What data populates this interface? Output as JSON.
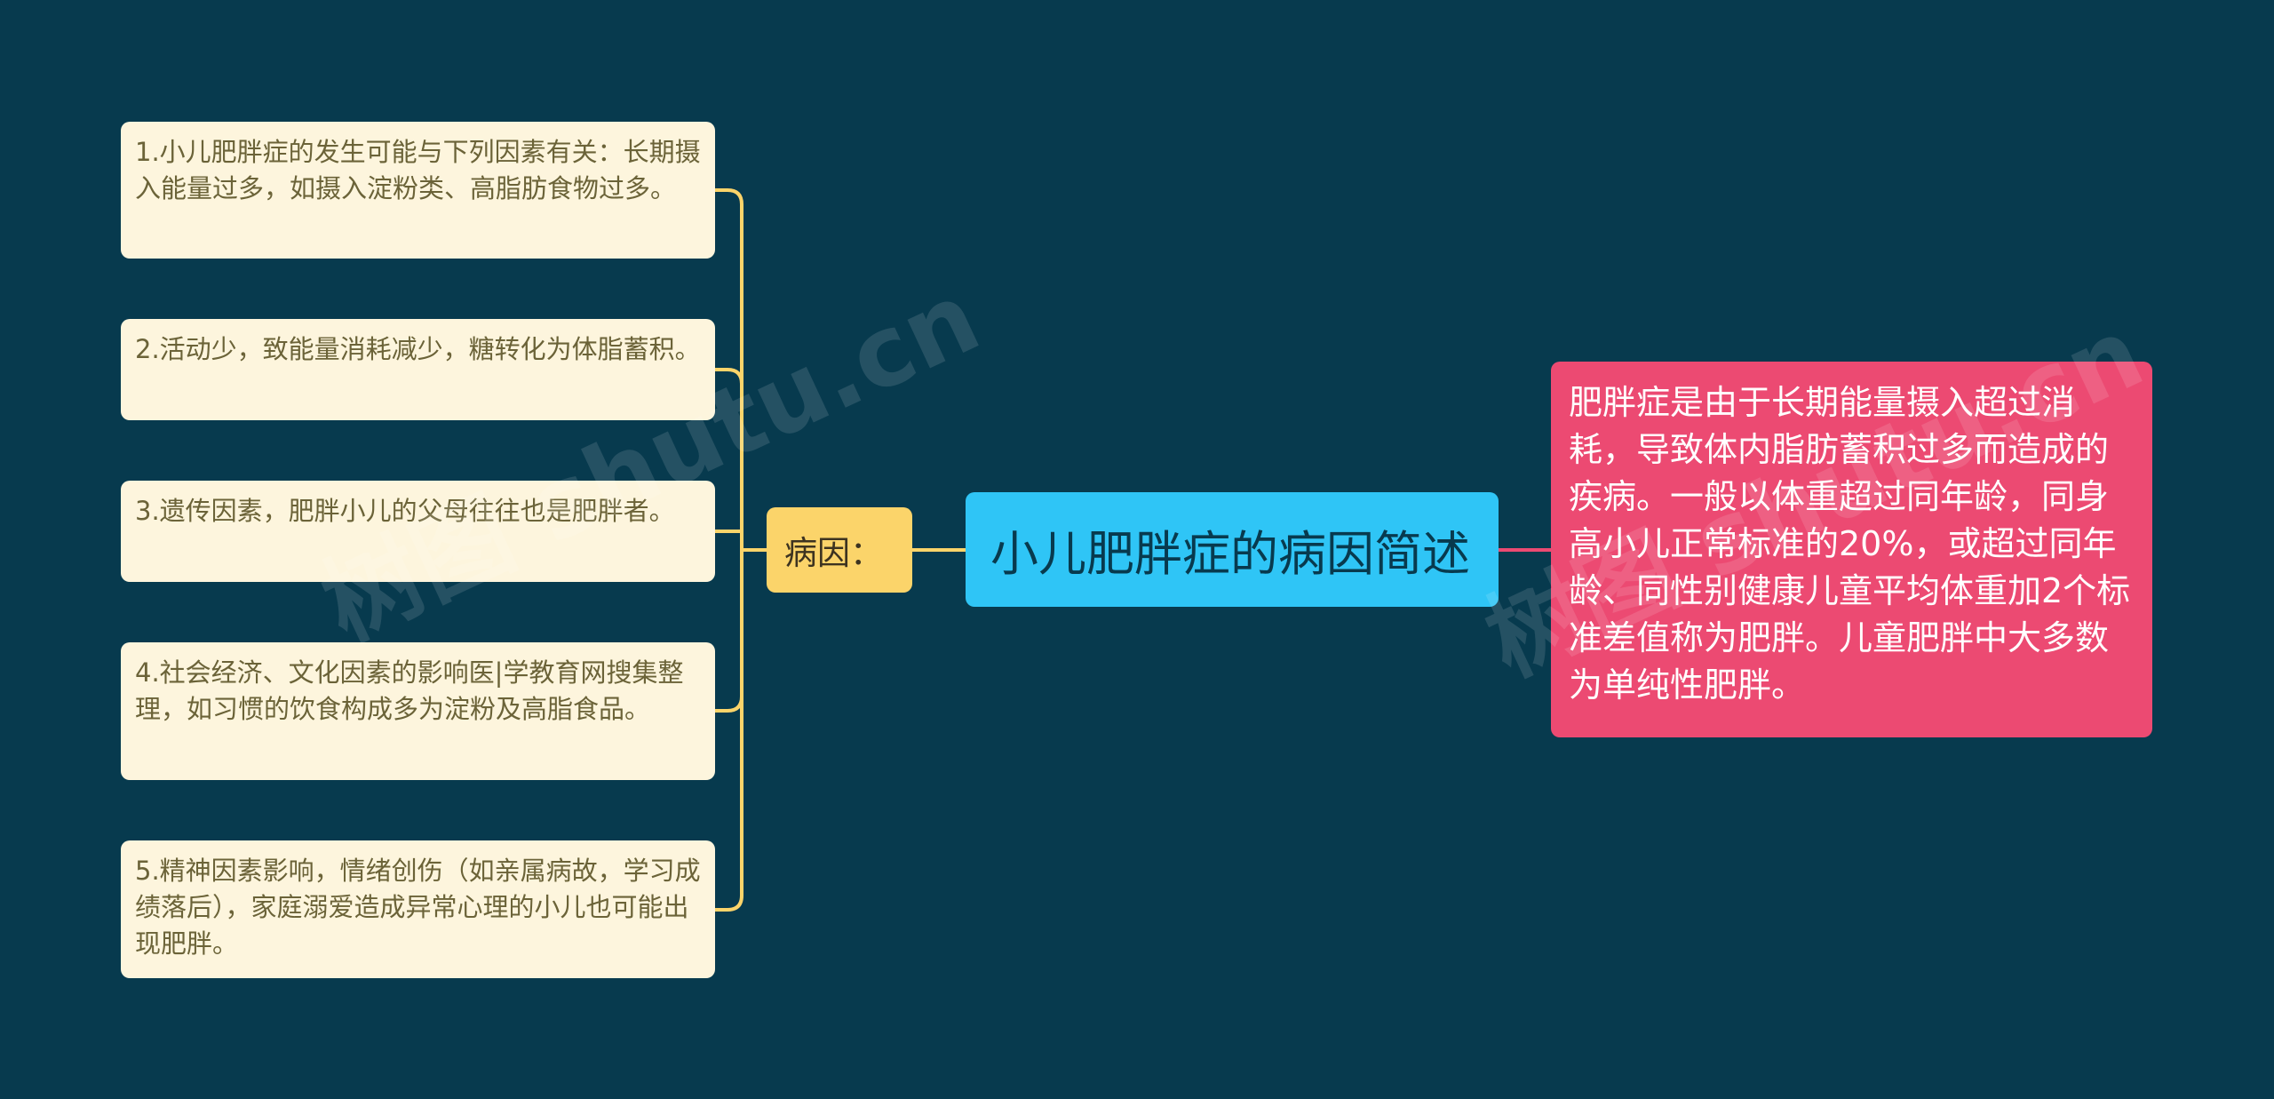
{
  "root": {
    "title": "小儿肥胖症的病因简述",
    "color": "#2fc5f6"
  },
  "summary": {
    "text": "肥胖症是由于长期能量摄入超过消耗，导致体内脂肪蓄积过多而造成的疾病。一般以体重超过同年龄，同身高小儿正常标准的20%，或超过同年龄、同性别健康儿童平均体重加2个标准差值称为肥胖。儿童肥胖中大多数为单纯性肥胖。",
    "color": "#ec4a72"
  },
  "branch": {
    "label": "病因：",
    "color": "#fbd46a"
  },
  "causes": [
    "1.小儿肥胖症的发生可能与下列因素有关：长期摄入能量过多，如摄入淀粉类、高脂肪食物过多。",
    "2.活动少，致能量消耗减少，糖转化为体脂蓄积。",
    "3.遗传因素，肥胖小儿的父母往往也是肥胖者。",
    "4.社会经济、文化因素的影响医|学教育网搜集整理，如习惯的饮食构成多为淀粉及高脂食品。",
    "5.精神因素影响，情绪创伤（如亲属病故，学习成绩落后），家庭溺爱造成异常心理的小儿也可能出现肥胖。"
  ],
  "watermark": {
    "text": "树图 shutu.cn"
  },
  "colors": {
    "background": "#073a4e",
    "leaf": "#fdf5dd",
    "connector_left": "#fbd46a",
    "connector_right": "#ec4a72"
  }
}
